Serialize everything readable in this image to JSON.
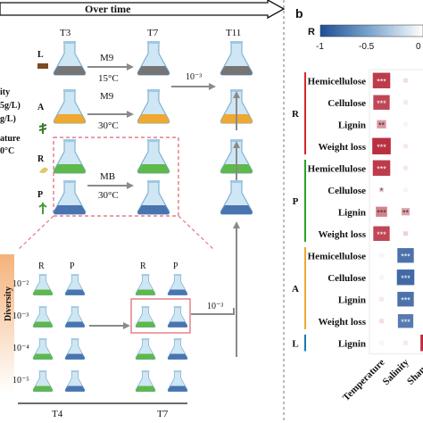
{
  "panel_a": {
    "over_time_label": "Over time",
    "time_labels": [
      "T3",
      "T7",
      "T11",
      "T4",
      "T7"
    ],
    "conditions": [
      {
        "medium": "M9",
        "temp": "15°C"
      },
      {
        "medium": "M9",
        "temp": "30°C"
      },
      {
        "medium": "MB",
        "temp": "30°C"
      }
    ],
    "source_letters": [
      "L",
      "A",
      "R",
      "P"
    ],
    "dilution_main": "10⁻³",
    "dilution_lower": "10⁻³",
    "left_text": [
      "ity",
      "5g/L)",
      "g/L)",
      "ature",
      "0°C"
    ],
    "grid_col_labels": [
      "R",
      "P",
      "R",
      "P"
    ],
    "grid_row_labels": [
      "10⁻²",
      "10⁻³",
      "10⁻⁴",
      "10⁻⁵"
    ],
    "diversity_label": "Diversity"
  },
  "panel_b": {
    "panel_label": "b",
    "colorbar": {
      "title": "R",
      "ticks": [
        "-1",
        "-0.5",
        "0"
      ],
      "color_neg": "#1f4e96",
      "color_pos": "#b2182b"
    },
    "groups": [
      "R",
      "P",
      "A",
      "L"
    ],
    "group_colors": [
      "#d62728",
      "#2ca02c",
      "#f0a830",
      "#1f77b4"
    ],
    "rows": [
      "Hemicellulose",
      "Cellulose",
      "Lignin",
      "Weight loss",
      "Hemicellulose",
      "Cellulose",
      "Lignin",
      "Weight loss",
      "Hemicellulose",
      "Cellulose",
      "Lignin",
      "Weight loss",
      "Lignin"
    ],
    "columns": [
      "Temperature",
      "Salinity",
      "Shanno"
    ]
  },
  "chart_data": {
    "type": "heatmap",
    "rows": [
      "Hemicellulose",
      "Cellulose",
      "Lignin",
      "Weight loss",
      "Hemicellulose",
      "Cellulose",
      "Lignin",
      "Weight loss",
      "Hemicellulose",
      "Cellulose",
      "Lignin",
      "Weight loss",
      "Lignin"
    ],
    "row_groups": [
      "R",
      "R",
      "R",
      "R",
      "P",
      "P",
      "P",
      "P",
      "A",
      "A",
      "A",
      "A",
      "L"
    ],
    "columns": [
      "Temperature",
      "Salinity",
      "Shanno"
    ],
    "values": [
      [
        0.85,
        0.15,
        0.05
      ],
      [
        0.8,
        -0.1,
        0.05
      ],
      [
        0.45,
        0.05,
        -0.05
      ],
      [
        0.9,
        0.1,
        0.15
      ],
      [
        0.85,
        0.1,
        0.15
      ],
      [
        0.2,
        0.05,
        0.15
      ],
      [
        0.55,
        0.4,
        0.15
      ],
      [
        0.8,
        0.2,
        0.15
      ],
      [
        0.05,
        -0.8,
        0.1
      ],
      [
        -0.05,
        -0.85,
        0.1
      ],
      [
        0.1,
        -0.8,
        0.05
      ],
      [
        0.15,
        -0.75,
        0.05
      ],
      [
        0.05,
        0.1,
        0.9
      ]
    ],
    "significance": [
      [
        "***",
        "",
        ""
      ],
      [
        "***",
        "",
        ""
      ],
      [
        "**",
        "",
        ""
      ],
      [
        "***",
        "",
        ""
      ],
      [
        "***",
        "",
        ""
      ],
      [
        "*",
        "",
        ""
      ],
      [
        "***",
        "**",
        ""
      ],
      [
        "***",
        "",
        ""
      ],
      [
        "",
        "***",
        ""
      ],
      [
        "",
        "***",
        ""
      ],
      [
        "",
        "***",
        ""
      ],
      [
        "",
        "***",
        ""
      ],
      [
        "",
        "",
        ""
      ]
    ],
    "colorbar_range": [
      -1,
      0
    ]
  }
}
